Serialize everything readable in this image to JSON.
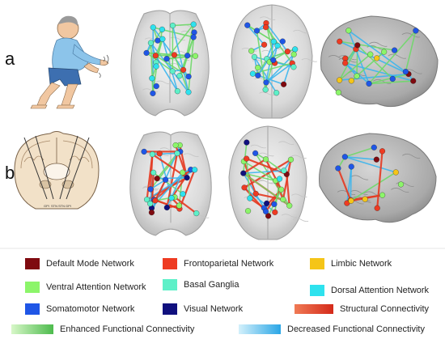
{
  "row_labels": {
    "a": "a",
    "b": "b"
  },
  "figure_labels": {
    "electrodes": [
      "GPI",
      "STN",
      "STN",
      "GPI"
    ]
  },
  "legend": [
    {
      "key": "dmn",
      "label": "Default Mode Network",
      "color": "#7f0a10"
    },
    {
      "key": "fpn",
      "label": "Frontoparietal Network",
      "color": "#ee3b22"
    },
    {
      "key": "lim",
      "label": "Limbic Network",
      "color": "#f5c518"
    },
    {
      "key": "van",
      "label": "Ventral Attention Network",
      "color": "#8cf56a"
    },
    {
      "key": "bg",
      "label": "Basal Ganglia",
      "color": "#5ef0c8"
    },
    {
      "key": "dan",
      "label": "Dorsal Attention Network",
      "color": "#2ee2ee"
    },
    {
      "key": "smn",
      "label": "Somatomotor Network",
      "color": "#1f56e6"
    },
    {
      "key": "vis",
      "label": "Visual Network",
      "color": "#10107e"
    },
    {
      "key": "sc",
      "label": "Structural Connectivity",
      "color": "#e53a22"
    },
    {
      "key": "efc",
      "label": "Enhanced Functional Connectivity",
      "color": "#6fd96a"
    },
    {
      "key": "dfc",
      "label": "Decreased Functional Connectivity",
      "color": "#3cb6ee"
    }
  ]
}
